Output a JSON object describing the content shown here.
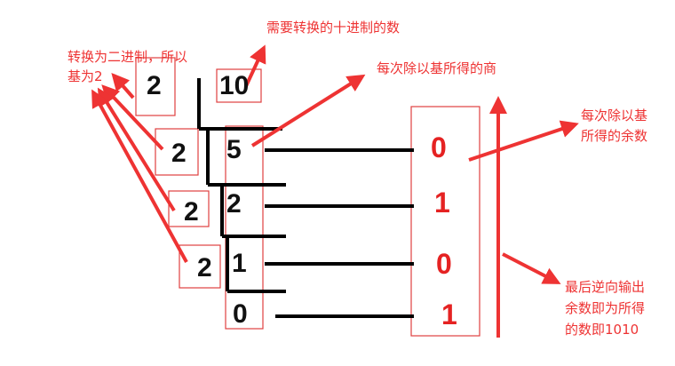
{
  "annotations": {
    "decimal_input": "需要转换的十进制的数",
    "base_note_line1": "转换为二进制，所以",
    "base_note_line2": "基为2",
    "quotient_note": "每次除以基所得的商",
    "remainder_note_line1": "每次除以基",
    "remainder_note_line2": "所得的余数",
    "result_note_line1": "最后逆向输出",
    "result_note_line2": "余数即为所得",
    "result_note_line3": "的数即1010"
  },
  "division": {
    "decimal_value": "10",
    "divisors": [
      "2",
      "2",
      "2",
      "2"
    ],
    "quotients": [
      "5",
      "2",
      "1",
      "0"
    ],
    "remainders": [
      "0",
      "1",
      "0",
      "1"
    ]
  },
  "colors": {
    "accent": "#ee3333",
    "remainder": "#e52222",
    "ink": "#111111"
  }
}
